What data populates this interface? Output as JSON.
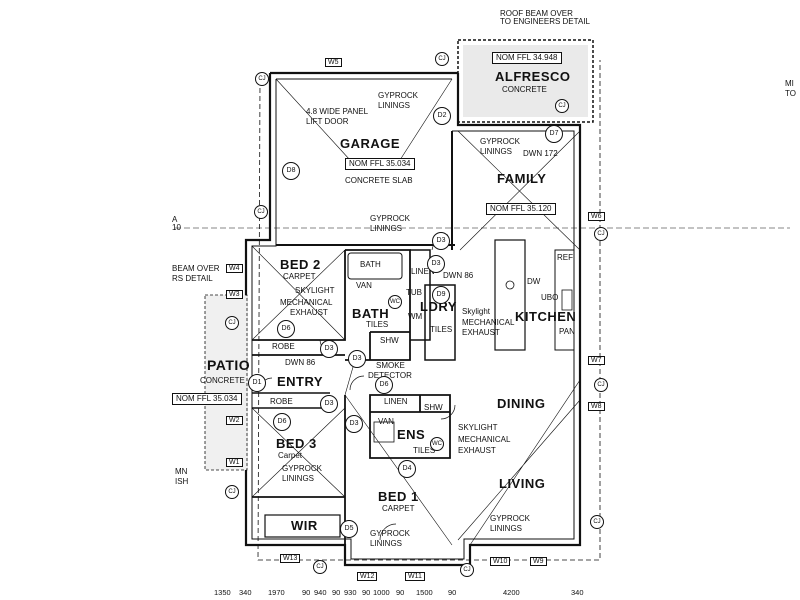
{
  "header": {
    "roof_beam_1": "ROOF BEAM OVER",
    "roof_beam_2": "TO ENGINEERS DETAIL"
  },
  "rooms": {
    "alfresco": "ALFRESCO",
    "alfresco_floor": "CONCRETE",
    "garage": "GARAGE",
    "garage_floor": "CONCRETE SLAB",
    "family": "FAMILY",
    "bed2": "BED 2",
    "bed2_floor": "CARPET",
    "bath": "BATH",
    "bath_tub": "BATH",
    "ldry": "LDRY",
    "kitchen": "KITCHEN",
    "patio": "PATIO",
    "patio_floor": "CONCRETE",
    "entry": "ENTRY",
    "dining": "DINING",
    "bed3": "BED 3",
    "bed3_floor": "Carpet",
    "ens": "ENS",
    "living": "LIVING",
    "bed1": "BED 1",
    "bed1_floor": "CARPET",
    "wir": "WIR"
  },
  "levels": {
    "alfresco": "NOM FFL 34.948",
    "garage": "NOM FFL 35.034",
    "family": "NOM FFL 35.120",
    "patio": "NOM FFL 35.034"
  },
  "notes": {
    "gyprock": "GYPROCK",
    "linings": "LININGS",
    "lift_door_1": "4.8 WIDE PANEL",
    "lift_door_2": "LIFT DOOR",
    "dwn172": "DWN 172",
    "dwn86": "DWN 86",
    "skylight": "SKYLIGHT",
    "skylight_mixed": "Skylight",
    "mech": "MECHANICAL",
    "exhaust": "EXHAUST",
    "robe": "ROBE",
    "van": "VAN",
    "tiles": "TILES",
    "shw": "SHW",
    "wm": "WM",
    "tub": "TUB",
    "linen": "LINEN",
    "dw": "DW",
    "ref": "REF",
    "ubo": "UBO",
    "pan": "PAN",
    "smoke_1": "SMOKE",
    "smoke_2": "DETECTOR",
    "beam_over_1": "BEAM OVER",
    "beam_over_2": "RS DETAIL",
    "mn": "MN",
    "ish": "ISH",
    "mi": "MI",
    "to": "TO",
    "a10": "A\n10"
  },
  "tags": {
    "cj": "CJ",
    "wc": "WC",
    "d1": "D1",
    "d2": "D2",
    "d3": "D3",
    "d4": "D4",
    "d5": "D5",
    "d6": "D6",
    "d7": "D7",
    "d8": "D8",
    "d9": "D9"
  },
  "windows": {
    "w1": "W1",
    "w2": "W2",
    "w3": "W3",
    "w4": "W4",
    "w5": "W5",
    "w6": "W6",
    "w7": "W7",
    "w8": "W8",
    "w9": "W9",
    "w10": "W10",
    "w11": "W11",
    "w12": "W12",
    "w13": "W13"
  },
  "dimensions": [
    "1350",
    "340",
    "1970",
    "90",
    "940",
    "90",
    "930",
    "90",
    "1000",
    "90",
    "1500",
    "90",
    "4200",
    "340"
  ]
}
